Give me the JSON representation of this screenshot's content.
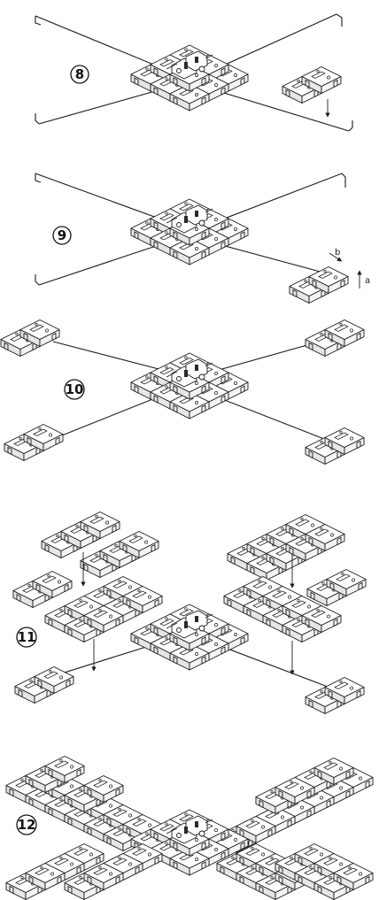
{
  "steps": [
    {
      "id": "step-8",
      "number": "8"
    },
    {
      "id": "step-9",
      "number": "9"
    },
    {
      "id": "step-10",
      "number": "10"
    },
    {
      "id": "step-11",
      "number": "11"
    },
    {
      "id": "step-12",
      "number": "12"
    }
  ],
  "annotations": {
    "direction_a": "a",
    "direction_b": "b"
  },
  "colors": {
    "line": "#1a1a1a",
    "background": "#ffffff"
  }
}
